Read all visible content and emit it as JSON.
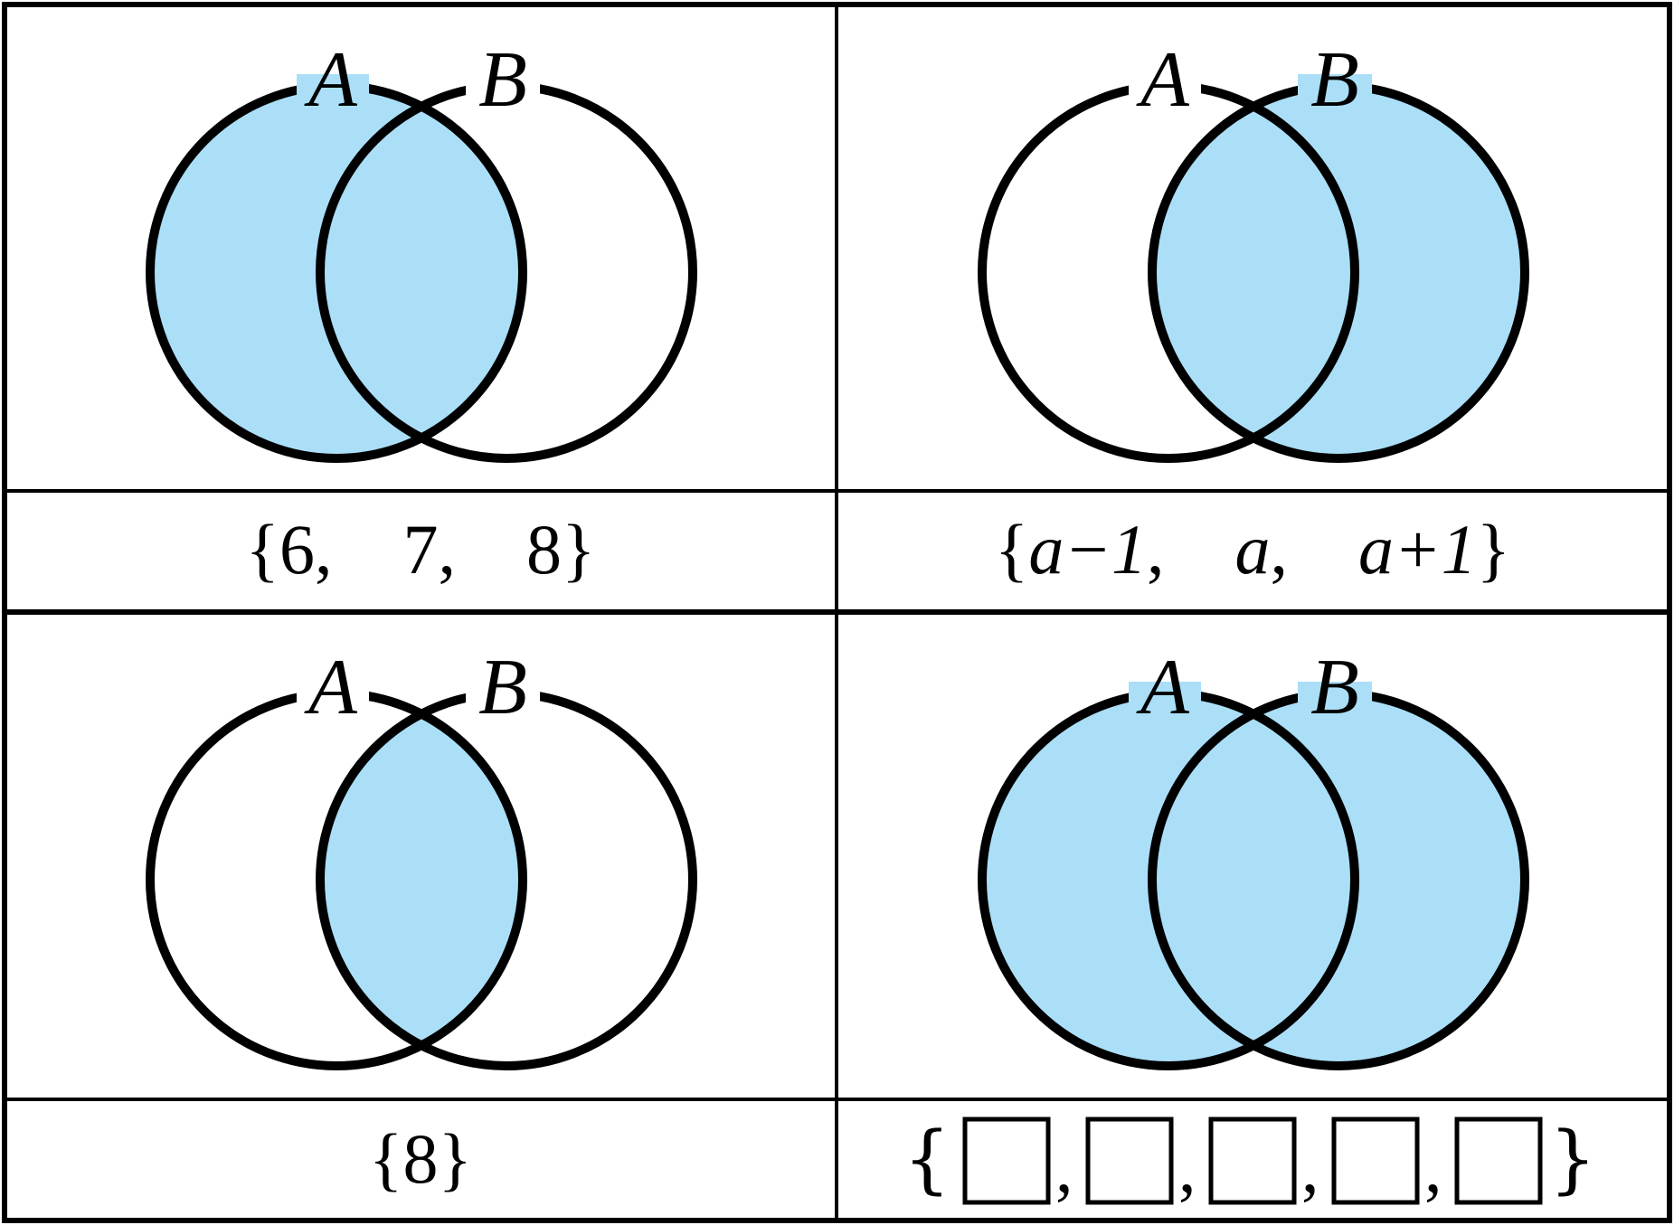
{
  "colors": {
    "fill": "#abdff8",
    "stroke": "#000000",
    "background": "#ffffff"
  },
  "set_labels": {
    "a": "A",
    "b": "B"
  },
  "panels": [
    {
      "shaded": "A",
      "caption": {
        "open": "{",
        "items": [
          "6",
          "7",
          "8"
        ],
        "close": "}"
      }
    },
    {
      "shaded": "B",
      "caption": {
        "open": "{",
        "items": [
          "a−1",
          "a",
          "a+1"
        ],
        "close": "}"
      }
    },
    {
      "shaded": "A∩B",
      "caption": {
        "open": "{",
        "items": [
          "8"
        ],
        "close": "}"
      }
    },
    {
      "shaded": "A∪B",
      "caption": {
        "open": "{",
        "blank_count": 5,
        "close": "}"
      }
    }
  ]
}
